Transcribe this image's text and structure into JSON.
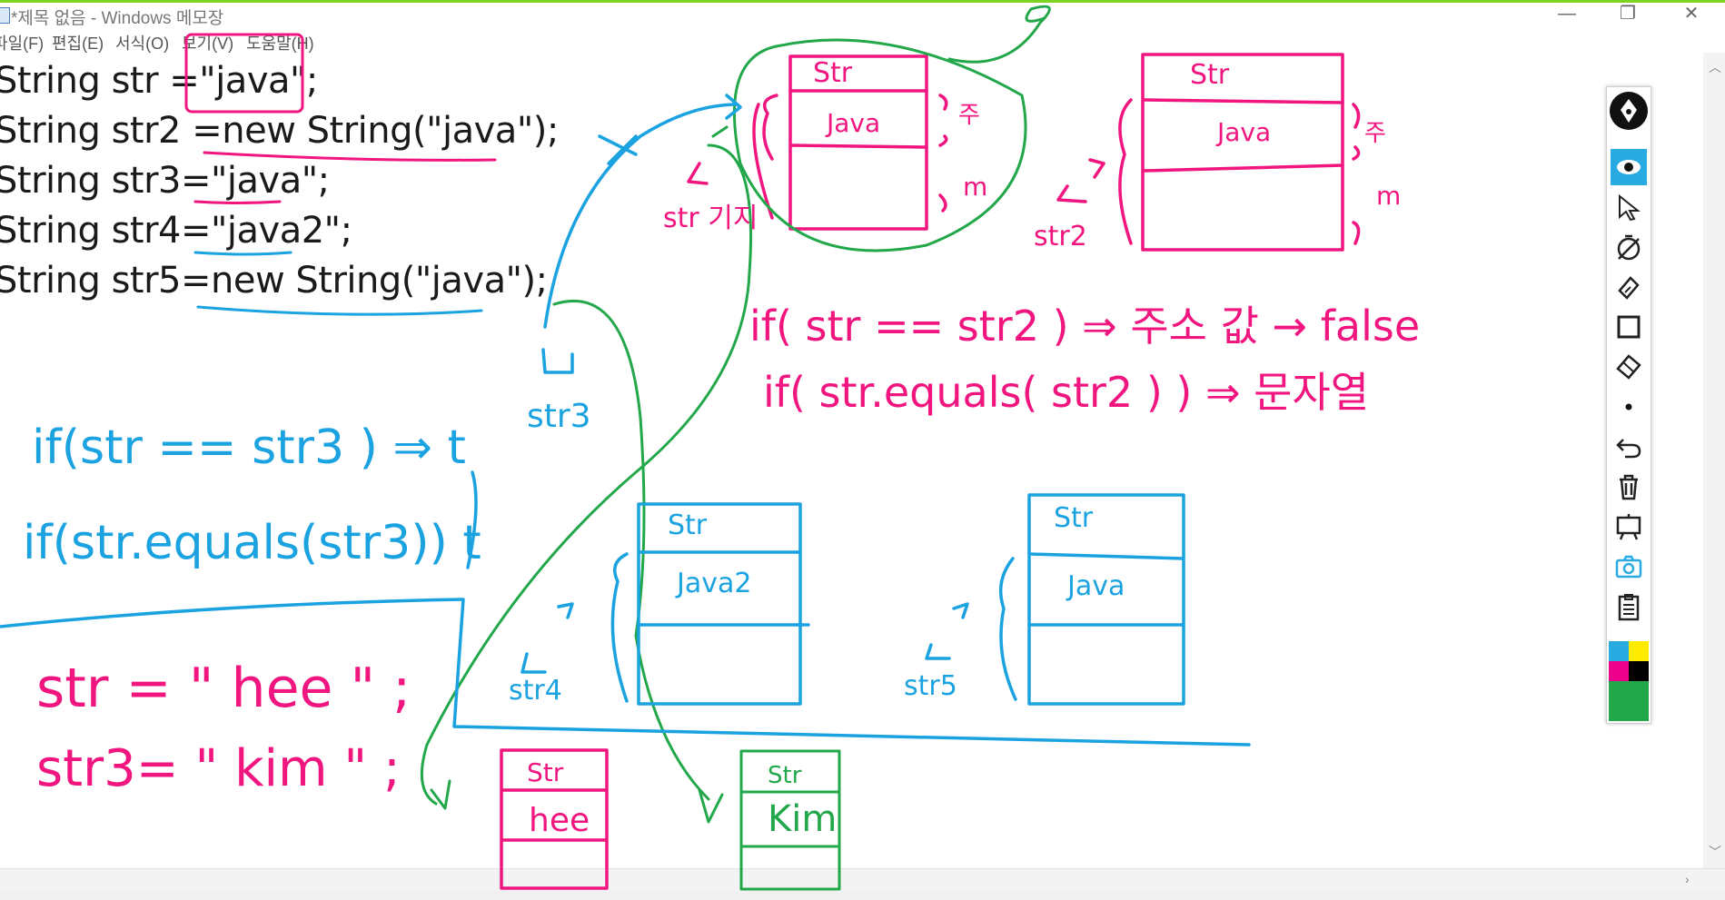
{
  "window": {
    "title": "*제목 없음 - Windows 메모장",
    "minimize_glyph": "—",
    "maximize_glyph": "❐",
    "close_glyph": "✕"
  },
  "menu": [
    {
      "label": "파일(F)"
    },
    {
      "label": "편집(E)"
    },
    {
      "label": "서식(O)"
    },
    {
      "label": "보기(V)"
    },
    {
      "label": "도움말(H)"
    }
  ],
  "editor": {
    "lines": [
      "String str =\"java\";",
      "String str2 =new String(\"java\");",
      "String str3=\"java\";",
      "String str4=\"java2\";",
      "String str5=new String(\"java\");"
    ]
  },
  "annotations": {
    "pink_eq_check": "if( str == str2 ) ⇒ 주소 값 → false",
    "pink_equals_check": "if( str.equals( str2 ) ) ⇒ 문자열",
    "blue_eq_check": "if(str == str3 ) ⇒ t",
    "blue_equals_check": "if(str.equals(str3)) t",
    "assign_hee": "str = \" hee \" ;",
    "assign_kim": "str3= \" kim \" ;",
    "label_str_jip": "str 기지",
    "label_str2": "str2",
    "label_str3": "str3",
    "label_str4": "str4",
    "label_str5": "str5",
    "box_header": "Str",
    "box_java": "Java",
    "box_java2": "Java2",
    "box_hee": "hee",
    "box_kim": "Kim",
    "mark_ju": "주",
    "mark_m": "m"
  },
  "colors": {
    "pink": "#f0157f",
    "blue": "#1aa3e0",
    "green": "#22a84a",
    "accent_active": "#29abe2",
    "title_border": "#7ed321"
  },
  "toolbar": {
    "tools": [
      {
        "name": "pen-logo-icon"
      },
      {
        "name": "eye-icon"
      },
      {
        "name": "cursor-arrow-icon"
      },
      {
        "name": "stopwatch-icon"
      },
      {
        "name": "highlighter-icon"
      },
      {
        "name": "rectangle-icon"
      },
      {
        "name": "eraser-icon"
      },
      {
        "name": "dot-icon"
      },
      {
        "name": "undo-icon"
      },
      {
        "name": "trash-icon"
      },
      {
        "name": "whiteboard-icon"
      },
      {
        "name": "camera-icon"
      },
      {
        "name": "clipboard-icon"
      }
    ],
    "palette": [
      "#29abe2",
      "#ffeb00",
      "#ec008c",
      "#000000",
      "#22a84a"
    ]
  }
}
